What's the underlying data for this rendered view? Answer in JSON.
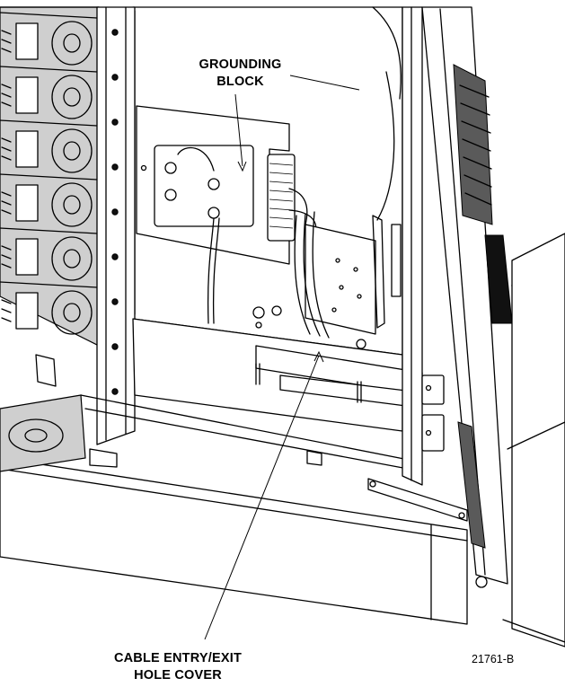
{
  "labels": {
    "grounding_block": [
      "GROUNDING",
      "BLOCK"
    ],
    "cable_entry": [
      "CABLE ENTRY/EXIT",
      "HOLE COVER"
    ]
  },
  "figure_ref": "21761-B"
}
